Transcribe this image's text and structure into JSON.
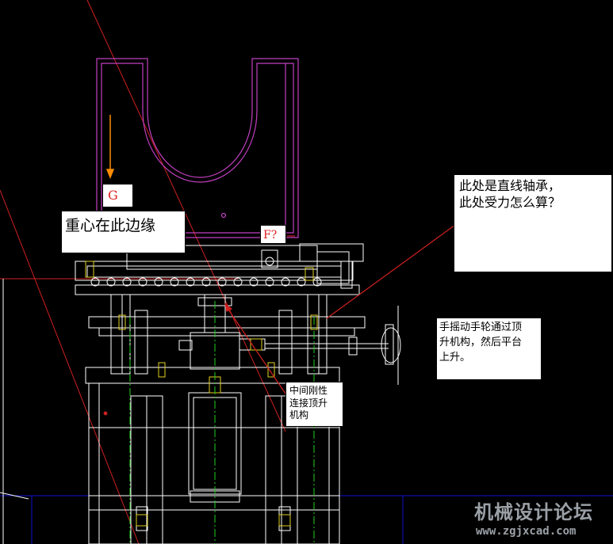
{
  "labels": {
    "g": "G",
    "f": "F?"
  },
  "notes": {
    "center_of_gravity": "重心在此边缘",
    "linear_bearing": [
      "此处是直线轴承，",
      "此处受力怎么算？"
    ],
    "handwheel": [
      "手摇动手轮通过顶",
      "升机构，然后平台",
      "上升。"
    ],
    "middle_link": [
      "中间刚性",
      "连接顶升",
      "机构"
    ]
  },
  "watermark": {
    "name": "机械设计论坛",
    "url": "www.zgjxcad.com"
  },
  "colors": {
    "background": "#000000",
    "machine_lines": "#ffffff",
    "part_outline": "#c040c0",
    "centerline": "#20d020",
    "frame_blue": "#1010d0",
    "leader_lines": "#e02020",
    "gravity_arrow": "#ff8c00"
  }
}
